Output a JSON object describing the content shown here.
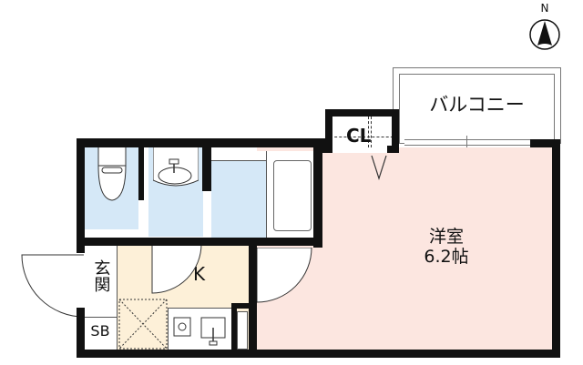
{
  "compass": {
    "label": "N",
    "icon": "north-arrow-icon"
  },
  "rooms": {
    "balcony": {
      "label": "バルコニー",
      "color": "#ffffff"
    },
    "closet": {
      "label": "CL",
      "color": "#ffffff"
    },
    "western_room": {
      "label": "洋室",
      "size": "6.2帖",
      "color": "#fce6e0"
    },
    "kitchen": {
      "label": "K",
      "color": "#fdf0d8"
    },
    "entrance": {
      "label": "玄関",
      "color": "#ffffff"
    },
    "shoe_box": {
      "label": "SB",
      "color": "#ffffff"
    },
    "toilet": {
      "label": "",
      "color": "#d5e8f7"
    },
    "washroom": {
      "label": "",
      "color": "#d5e8f7"
    },
    "bathroom": {
      "label": "",
      "color": "#d5e8f7"
    }
  },
  "colors": {
    "wall": "#111111",
    "wet_area": "#d5e8f7",
    "western_room": "#fce6e0",
    "kitchen": "#fdf0d8"
  }
}
